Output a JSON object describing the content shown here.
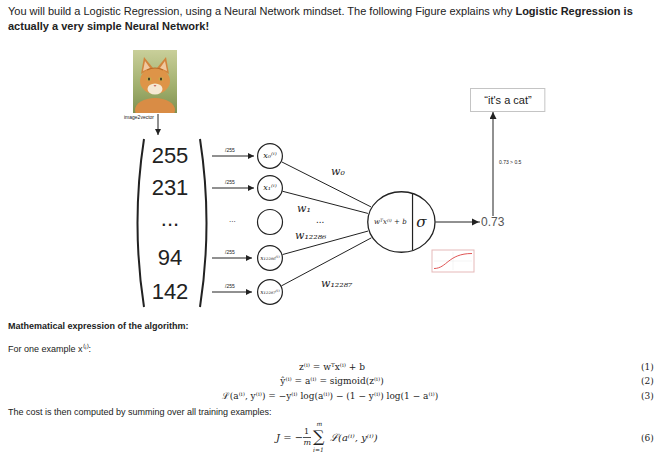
{
  "diagram": {
    "nodes": [
      {
        "text": [
          "x₀⁽ⁱ⁾"
        ]
      },
      {
        "text": [
          "x₁⁽ⁱ⁾"
        ]
      },
      {
        "text": [
          "x₁₂₂₈₆⁽ⁱ⁾"
        ]
      },
      {
        "text": [
          "x₁₂₂₈₇⁽ⁱ⁾"
        ]
      },
      {
        "text": [
          "wᵀx⁽ⁱ⁾ + b",
          "σ"
        ]
      },
      {
        "text": [
          "“it's a cat”"
        ]
      }
    ],
    "edges": [
      {
        "from": 0,
        "to": 4,
        "label": "w₀",
        "arrow": "none"
      },
      {
        "from": 1,
        "to": 4,
        "label": "w₁",
        "arrow": "none"
      },
      {
        "from": 2,
        "to": 4,
        "label": "w₁₂₂₈₆",
        "arrow": "none"
      },
      {
        "from": 3,
        "to": 4,
        "label": "w₁₂₂₈₇",
        "arrow": "none"
      },
      {
        "from": 4,
        "to": 5,
        "label": "0.73",
        "arrow": "to"
      }
    ],
    "labels": [
      "You will build a Logistic Regression, using a Neural Network mindset. The following Figure explains why",
      "Logistic Regression is actually a very simple Neural Network!",
      "image2vector",
      "255",
      "231",
      "...",
      "94",
      "142",
      "/255",
      "/255",
      "...",
      "/255",
      "/255",
      "...",
      "0.73 > 0.5",
      "Mathematical expression of the algorithm:",
      "For one example x⁽ⁱ⁾:",
      "z⁽ⁱ⁾ = wᵀx⁽ⁱ⁾ + b",
      "(1)",
      "ŷ⁽ⁱ⁾ = a⁽ⁱ⁾ = sigmoid(z⁽ⁱ⁾)",
      "(2)",
      "ℒ(a⁽ⁱ⁾, y⁽ⁱ⁾) = −y⁽ⁱ⁾ log(a⁽ⁱ⁾) − (1 − y⁽ⁱ⁾) log(1 − a⁽ⁱ⁾)",
      "(3)",
      "The cost is then computed by summing over all training examples:",
      "J = −",
      "1",
      "m",
      "∑",
      "m",
      "i=1",
      "ℒ(a⁽ⁱ⁾, y⁽ⁱ⁾)",
      "(6)"
    ]
  }
}
